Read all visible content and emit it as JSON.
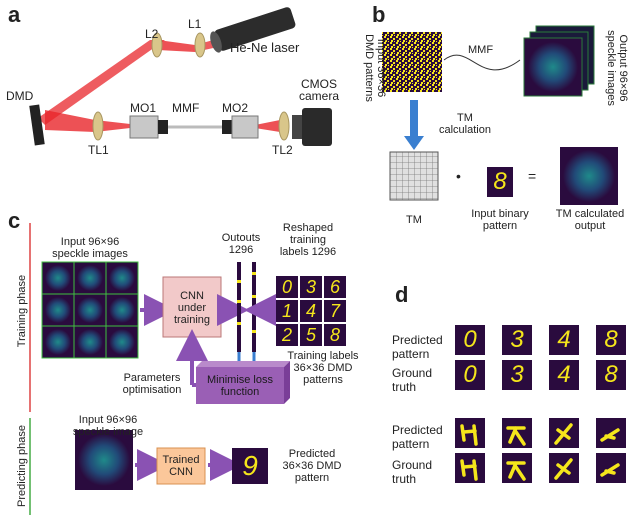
{
  "panels": {
    "a": "a",
    "b": "b",
    "c": "c",
    "d": "d"
  },
  "panel_a": {
    "dmd": "DMD",
    "l1": "L1",
    "l2": "L2",
    "laser": "He-Ne laser",
    "mo1": "MO1",
    "mmf": "MMF",
    "mo2": "MO2",
    "cmos_line1": "CMOS",
    "cmos_line2": "camera",
    "tl1": "TL1",
    "tl2": "TL2"
  },
  "panel_b": {
    "input_line1": "Input 36×36",
    "input_line2": "DMD patterns",
    "mmf": "MMF",
    "output_line1": "Output 96×96",
    "output_line2": "speckle images",
    "tm_calc_line1": "TM",
    "tm_calc_line2": "calculation",
    "dot": "•",
    "equals": "=",
    "digit": "8",
    "tm": "TM",
    "input_binary_line1": "Input binary",
    "input_binary_line2": "pattern",
    "tm_output_line1": "TM calculated",
    "tm_output_line2": "output"
  },
  "panel_c": {
    "training_phase": "Training phase",
    "predicting_phase": "Predicting phase",
    "input_speckle_line1": "Input 96×96",
    "input_speckle_line2": "speckle images",
    "outputs_line1": "Outouts",
    "outputs_line2": "1296",
    "reshaped_line1": "Reshaped",
    "reshaped_line2": "training",
    "reshaped_line3": "labels 1296",
    "cnn_line1": "CNN",
    "cnn_line2": "under",
    "cnn_line3": "training",
    "train_labels_line1": "Training labels",
    "train_labels_line2": "36×36 DMD",
    "train_labels_line3": "patterns",
    "params_line1": "Parameters",
    "params_line2": "optimisation",
    "minimise_line1": "Minimise loss",
    "minimise_line2": "function",
    "label_digits": [
      "0",
      "3",
      "6",
      "1",
      "4",
      "7",
      "2",
      "5",
      "8"
    ],
    "input_single_line1": "Input 96×96",
    "input_single_line2": "speckle image",
    "trained_line1": "Trained",
    "trained_line2": "CNN",
    "predicted_digit": "9",
    "predicted_line1": "Predicted",
    "predicted_line2": "36×36 DMD",
    "predicted_line3": "pattern"
  },
  "panel_d": {
    "predicted_line1": "Predicted",
    "predicted_line2": "pattern",
    "ground_line1": "Ground",
    "ground_line2": "truth",
    "row1_digits": [
      "0",
      "3",
      "4",
      "8"
    ],
    "row2_digits": [
      "0",
      "3",
      "4",
      "8"
    ]
  },
  "colors": {
    "laser_beam": "#e8262b",
    "dark_panel": "#2a0b3e",
    "digit_yellow": "#f5e61b",
    "cnn_train_fill": "#f2c9c9",
    "cnn_trained_fill": "#fbc79a",
    "minimise_fill": "#9a5fb5",
    "arrow_purple": "#8a52b3",
    "arrow_blue": "#3a7fd0",
    "phase_line_red": "#d44",
    "phase_line_green": "#4a4"
  }
}
